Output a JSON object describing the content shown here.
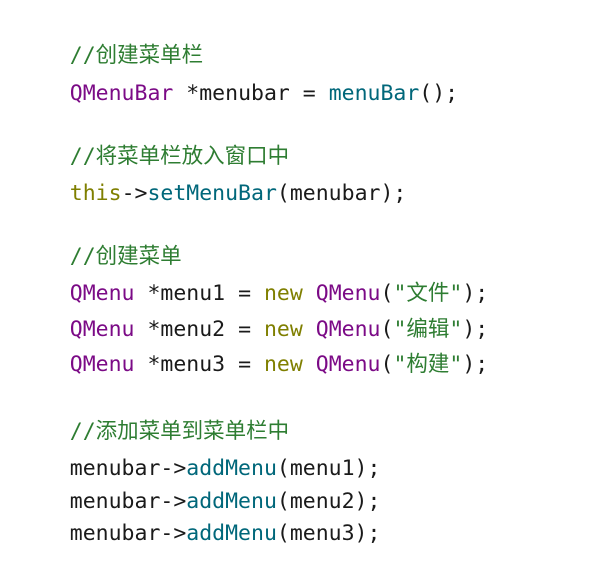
{
  "colors": {
    "comment": "#2e7d32",
    "type": "#7b0a86",
    "function": "#00677a",
    "keyword": "#7f7f00",
    "string": "#2e7d32",
    "plain": "#1a1a1a",
    "background": "#ffffff"
  },
  "code": {
    "lines": [
      [
        {
          "t": "comment",
          "v": "//创建菜单栏"
        }
      ],
      [
        {
          "t": "type",
          "v": "QMenuBar"
        },
        {
          "t": "plain",
          "v": " *menubar = "
        },
        {
          "t": "func",
          "v": "menuBar"
        },
        {
          "t": "plain",
          "v": "();"
        }
      ],
      [
        {
          "t": "comment",
          "v": "//将菜单栏放入窗口中"
        }
      ],
      [
        {
          "t": "keyword",
          "v": "this"
        },
        {
          "t": "plain",
          "v": "->"
        },
        {
          "t": "func",
          "v": "setMenuBar"
        },
        {
          "t": "plain",
          "v": "(menubar);"
        }
      ],
      [
        {
          "t": "comment",
          "v": "//创建菜单"
        }
      ],
      [
        {
          "t": "type",
          "v": "QMenu"
        },
        {
          "t": "plain",
          "v": " *menu1 = "
        },
        {
          "t": "keyword",
          "v": "new"
        },
        {
          "t": "plain",
          "v": " "
        },
        {
          "t": "type",
          "v": "QMenu"
        },
        {
          "t": "plain",
          "v": "("
        },
        {
          "t": "string",
          "v": "\"文件\""
        },
        {
          "t": "plain",
          "v": ");"
        }
      ],
      [
        {
          "t": "type",
          "v": "QMenu"
        },
        {
          "t": "plain",
          "v": " *menu2 = "
        },
        {
          "t": "keyword",
          "v": "new"
        },
        {
          "t": "plain",
          "v": " "
        },
        {
          "t": "type",
          "v": "QMenu"
        },
        {
          "t": "plain",
          "v": "("
        },
        {
          "t": "string",
          "v": "\"编辑\""
        },
        {
          "t": "plain",
          "v": ");"
        }
      ],
      [
        {
          "t": "type",
          "v": "QMenu"
        },
        {
          "t": "plain",
          "v": " *menu3 = "
        },
        {
          "t": "keyword",
          "v": "new"
        },
        {
          "t": "plain",
          "v": " "
        },
        {
          "t": "type",
          "v": "QMenu"
        },
        {
          "t": "plain",
          "v": "("
        },
        {
          "t": "string",
          "v": "\"构建\""
        },
        {
          "t": "plain",
          "v": ");"
        }
      ],
      [
        {
          "t": "comment",
          "v": "//添加菜单到菜单栏中"
        }
      ],
      [
        {
          "t": "plain",
          "v": "menubar->"
        },
        {
          "t": "func",
          "v": "addMenu"
        },
        {
          "t": "plain",
          "v": "(menu1);"
        }
      ],
      [
        {
          "t": "plain",
          "v": "menubar->"
        },
        {
          "t": "func",
          "v": "addMenu"
        },
        {
          "t": "plain",
          "v": "(menu2);"
        }
      ],
      [
        {
          "t": "plain",
          "v": "menubar->"
        },
        {
          "t": "func",
          "v": "addMenu"
        },
        {
          "t": "plain",
          "v": "(menu3);"
        }
      ]
    ]
  }
}
